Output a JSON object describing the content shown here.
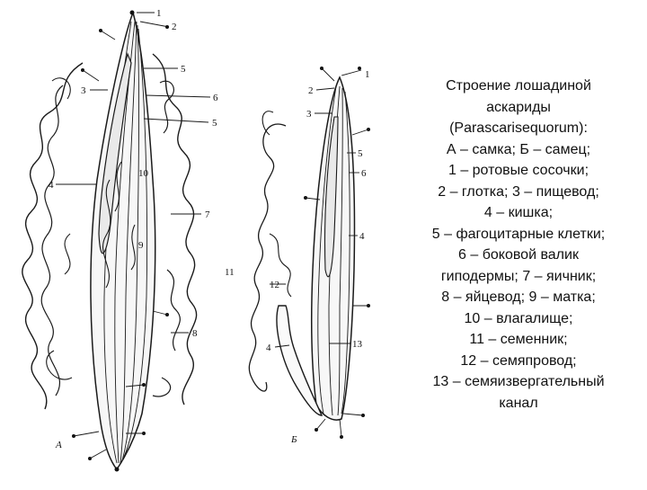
{
  "figure": {
    "panel_a": {
      "letter": "А",
      "labels": [
        "1",
        "2",
        "5",
        "3",
        "6",
        "5",
        "10",
        "4",
        "7",
        "9",
        "8"
      ]
    },
    "panel_b": {
      "letter": "Б",
      "labels": [
        "1",
        "2",
        "3",
        "5",
        "6",
        "4",
        "11",
        "12",
        "4",
        "13"
      ]
    }
  },
  "caption": {
    "lines": [
      "Строение лошадиной",
      "аскариды",
      "(Parascarisequorum):",
      "А – самка; Б – самец;",
      "1 – ротовые сосочки;",
      "2 – глотка; 3 – пищевод;",
      "4 – кишка;",
      "5 – фагоцитарные клетки;",
      "6 – боковой валик",
      "гиподермы; 7 – яичник;",
      "8 – яйцевод; 9 – матка;",
      "10 – влагалище;",
      "11 – семенник;",
      "12 – семяпровод;",
      "13 – семяизвергательный",
      "канал"
    ]
  }
}
